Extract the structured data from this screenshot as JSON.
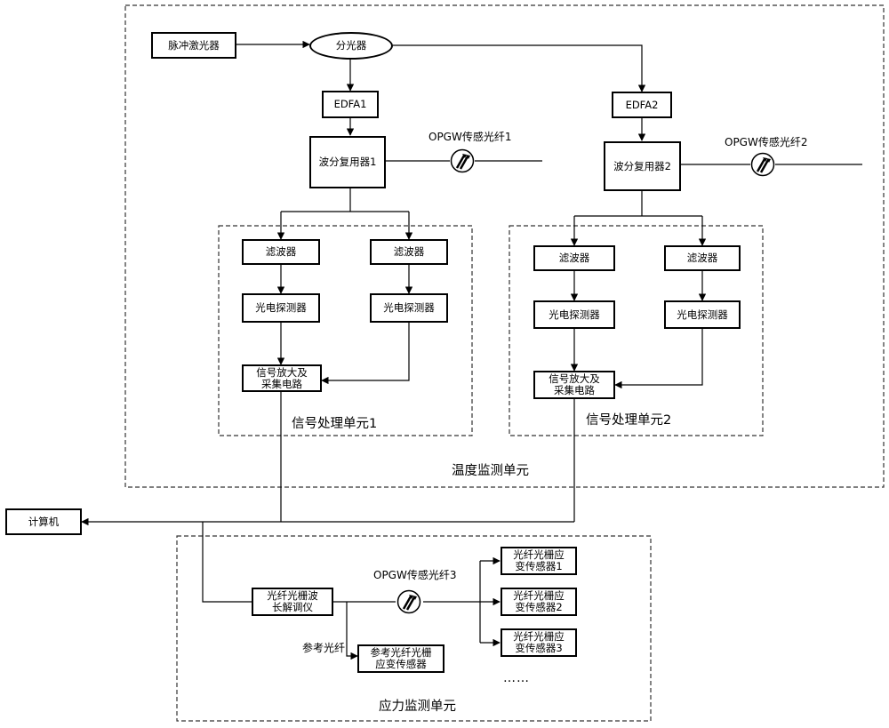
{
  "units": {
    "temperature": "温度监测单元",
    "signal1": "信号处理单元1",
    "signal2": "信号处理单元2",
    "stress": "应力监测单元"
  },
  "components": {
    "laser": "脉冲激光器",
    "splitter": "分光器",
    "edfa1": "EDFA1",
    "edfa2": "EDFA2",
    "wdm1": "波分复用器1",
    "wdm2": "波分复用器2",
    "filter": "滤波器",
    "detector": "光电探测器",
    "amp_acq": "信号放大及\n采集电路",
    "computer": "计算机",
    "demodulator": "光纤光栅波\n长解调仪",
    "ref_sensor": "参考光纤光栅\n应变传感器",
    "strain1": "光纤光栅应\n变传感器1",
    "strain2": "光纤光栅应\n变传感器2",
    "strain3": "光纤光栅应\n变传感器3"
  },
  "fibers": {
    "opgw1": "OPGW传感光纤1",
    "opgw2": "OPGW传感光纤2",
    "opgw3": "OPGW传感光纤3",
    "reference": "参考光纤"
  },
  "ellipsis": "……"
}
